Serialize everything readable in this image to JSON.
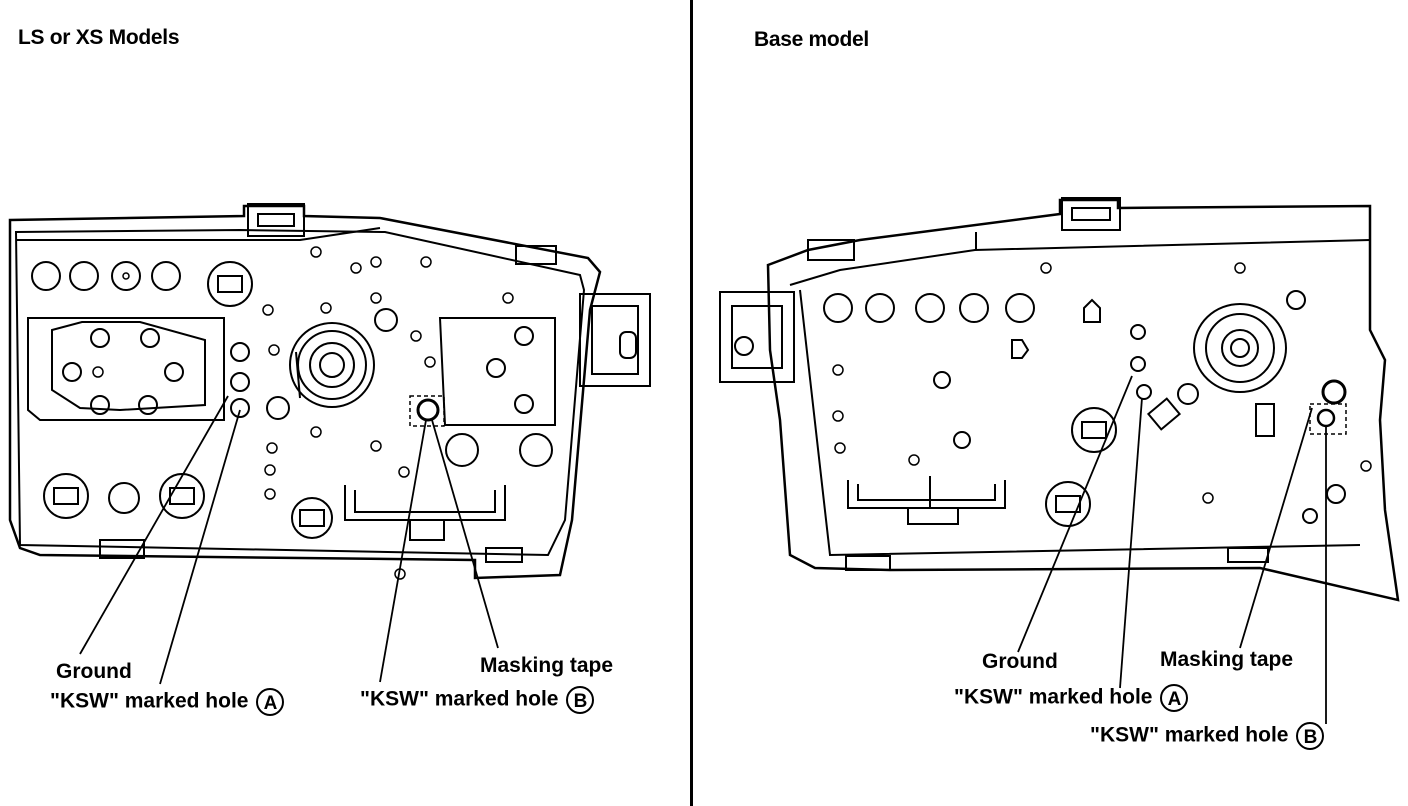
{
  "left_panel": {
    "title": "LS or XS Models",
    "labels": {
      "ground": "Ground",
      "ksw_a": "\"KSW\" marked hole",
      "ksw_a_mark": "A",
      "masking_tape": "Masking tape",
      "ksw_b": "\"KSW\" marked hole",
      "ksw_b_mark": "B"
    }
  },
  "right_panel": {
    "title": "Base model",
    "labels": {
      "ground": "Ground",
      "masking_tape": "Masking tape",
      "ksw_a": "\"KSW\" marked hole",
      "ksw_a_mark": "A",
      "ksw_b": "\"KSW\" marked hole",
      "ksw_b_mark": "B"
    }
  }
}
